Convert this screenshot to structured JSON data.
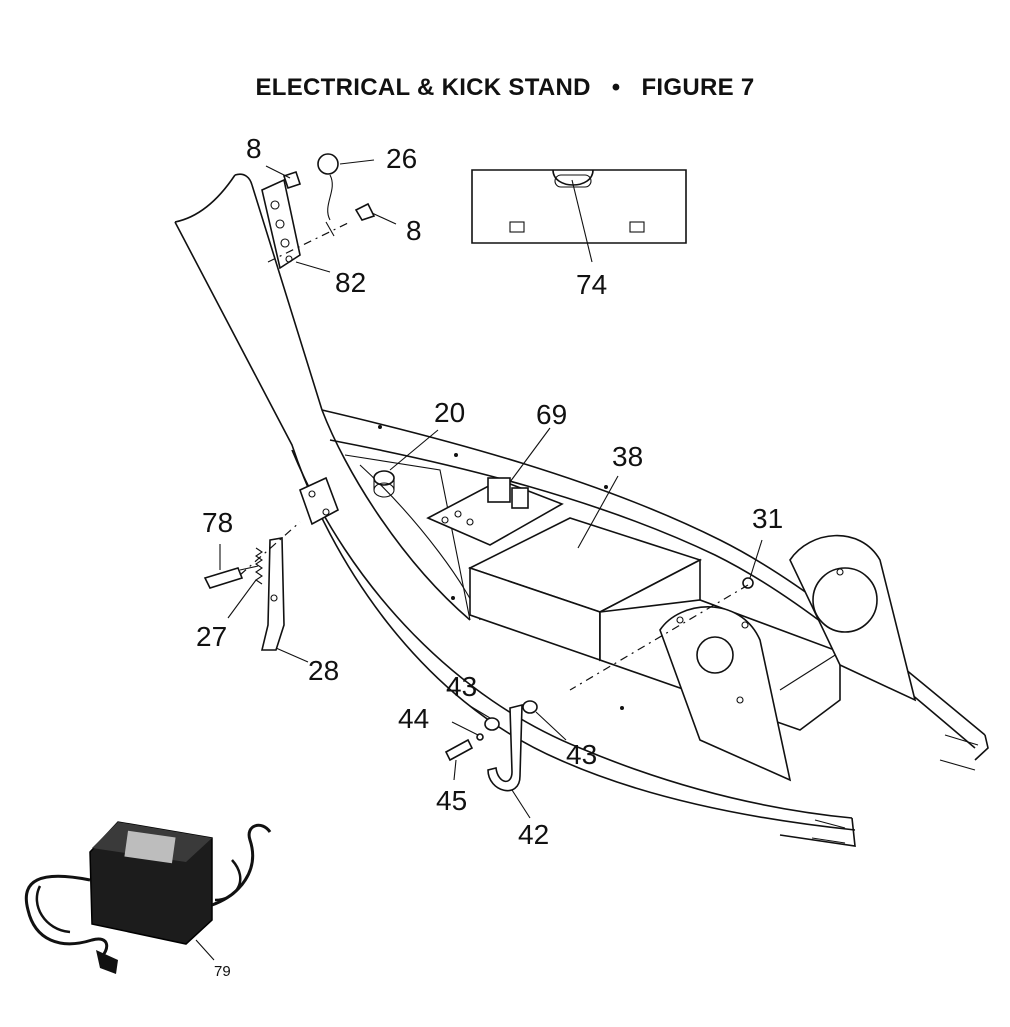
{
  "figure": {
    "title_left": "ELECTRICAL & KICK STAND",
    "separator": "•",
    "title_right": "FIGURE 7"
  },
  "callouts": {
    "p8a": "8",
    "p26": "26",
    "p8b": "8",
    "p82": "82",
    "p74": "74",
    "p20": "20",
    "p69": "69",
    "p38": "38",
    "p31": "31",
    "p78": "78",
    "p27": "27",
    "p28": "28",
    "p43a": "43",
    "p44": "44",
    "p43b": "43",
    "p45": "45",
    "p42": "42",
    "p79": "79"
  }
}
